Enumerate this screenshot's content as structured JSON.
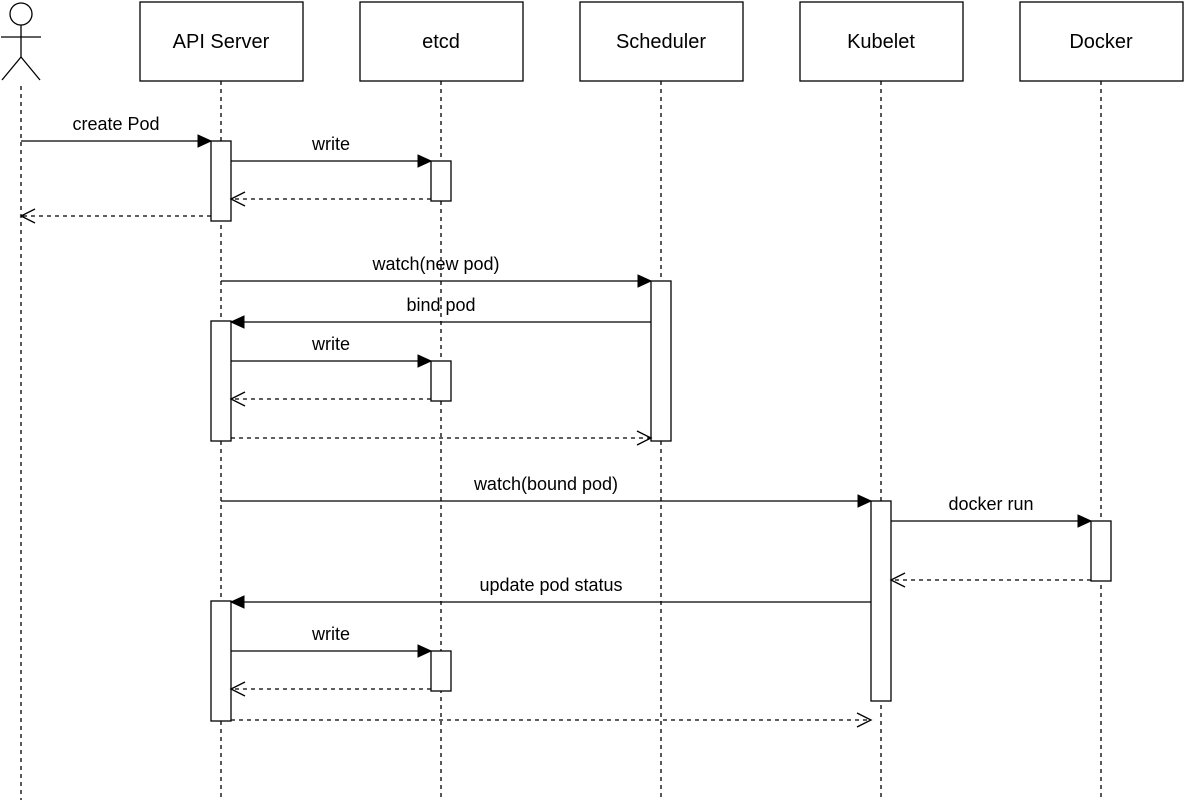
{
  "participants": [
    {
      "id": "user",
      "kind": "actor",
      "label": ""
    },
    {
      "id": "api",
      "kind": "box",
      "label": "API Server"
    },
    {
      "id": "etcd",
      "kind": "box",
      "label": "etcd"
    },
    {
      "id": "scheduler",
      "kind": "box",
      "label": "Scheduler"
    },
    {
      "id": "kubelet",
      "kind": "box",
      "label": "Kubelet"
    },
    {
      "id": "docker",
      "kind": "box",
      "label": "Docker"
    }
  ],
  "messages": [
    {
      "from": "user",
      "to": "api",
      "label": "create Pod",
      "style": "solid"
    },
    {
      "from": "api",
      "to": "etcd",
      "label": "write",
      "style": "solid"
    },
    {
      "from": "etcd",
      "to": "api",
      "label": "",
      "style": "dashed"
    },
    {
      "from": "api",
      "to": "user",
      "label": "",
      "style": "dashed"
    },
    {
      "from": "api",
      "to": "scheduler",
      "label": "watch(new pod)",
      "style": "solid"
    },
    {
      "from": "scheduler",
      "to": "api",
      "label": "bind pod",
      "style": "solid"
    },
    {
      "from": "api",
      "to": "etcd",
      "label": "write",
      "style": "solid"
    },
    {
      "from": "etcd",
      "to": "api",
      "label": "",
      "style": "dashed"
    },
    {
      "from": "api",
      "to": "scheduler",
      "label": "",
      "style": "dashed"
    },
    {
      "from": "api",
      "to": "kubelet",
      "label": "watch(bound pod)",
      "style": "solid"
    },
    {
      "from": "kubelet",
      "to": "docker",
      "label": "docker run",
      "style": "solid"
    },
    {
      "from": "docker",
      "to": "kubelet",
      "label": "",
      "style": "dashed"
    },
    {
      "from": "kubelet",
      "to": "api",
      "label": "update pod status",
      "style": "solid"
    },
    {
      "from": "api",
      "to": "etcd",
      "label": "write",
      "style": "solid"
    },
    {
      "from": "etcd",
      "to": "api",
      "label": "",
      "style": "dashed"
    },
    {
      "from": "api",
      "to": "kubelet",
      "label": "",
      "style": "dashed"
    }
  ]
}
